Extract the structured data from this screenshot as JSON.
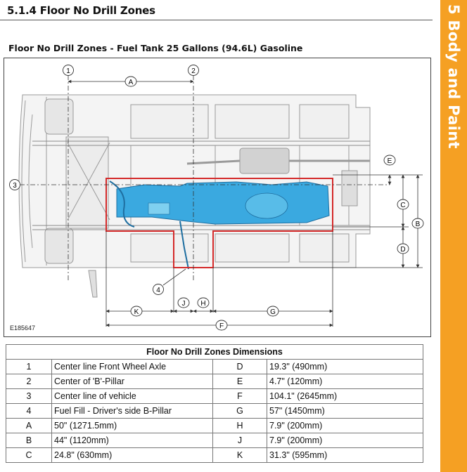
{
  "section": {
    "title": "5.1.4 Floor No Drill Zones",
    "side_tab": "5 Body and Paint",
    "tab_color": "#f5a023"
  },
  "figure": {
    "title": "Floor No Drill Zones - Fuel Tank 25 Gallons (94.6L) Gasoline",
    "id": "E185647",
    "zone_color": "#d42a2a",
    "tank_color": "#3aa9e0",
    "callouts": [
      "1",
      "2",
      "3",
      "4"
    ],
    "dimension_letters": [
      "A",
      "B",
      "C",
      "D",
      "E",
      "F",
      "G",
      "H",
      "J",
      "K"
    ]
  },
  "table": {
    "title": "Floor No Drill Zones Dimensions",
    "rows": [
      {
        "k1": "1",
        "v1": "Center line Front Wheel Axle",
        "k2": "D",
        "v2": "19.3\" (490mm)"
      },
      {
        "k1": "2",
        "v1": "Center of 'B'-Pillar",
        "k2": "E",
        "v2": "4.7\" (120mm)"
      },
      {
        "k1": "3",
        "v1": "Center line of vehicle",
        "k2": "F",
        "v2": "104.1\" (2645mm)"
      },
      {
        "k1": "4",
        "v1": "Fuel Fill - Driver's side B-Pillar",
        "k2": "G",
        "v2": "57\" (1450mm)"
      },
      {
        "k1": "A",
        "v1": "50\" (1271.5mm)",
        "k2": "H",
        "v2": "7.9\" (200mm)"
      },
      {
        "k1": "B",
        "v1": "44\" (1120mm)",
        "k2": "J",
        "v2": "7.9\" (200mm)"
      },
      {
        "k1": "C",
        "v1": "24.8\" (630mm)",
        "k2": "K",
        "v2": "31.3\" (595mm)"
      }
    ]
  }
}
